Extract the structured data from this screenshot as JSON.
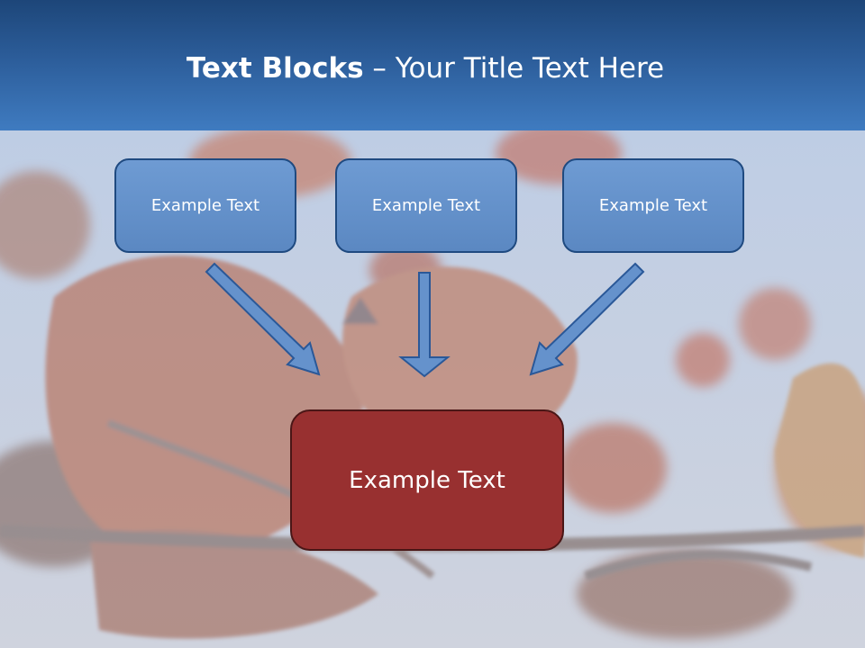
{
  "slide": {
    "title_bold": "Text Blocks",
    "title_dash": "–",
    "title_rest": "Your Title Text Here"
  },
  "diagram": {
    "top_boxes": [
      {
        "label": "Example Text"
      },
      {
        "label": "Example Text"
      },
      {
        "label": "Example Text"
      }
    ],
    "bottom_box": {
      "label": "Example Text"
    }
  },
  "colors": {
    "header": "#2c5d9a",
    "top_box_fill": "#6592cc",
    "bottom_box_fill": "#983030",
    "arrow_fill": "#6592cc"
  }
}
